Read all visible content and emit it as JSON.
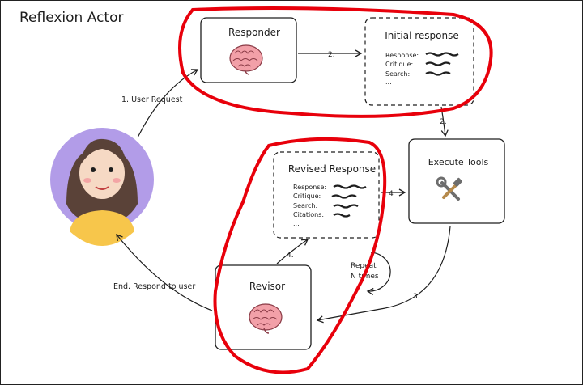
{
  "title": "Reflexion Actor",
  "responder": {
    "label": "Responder"
  },
  "initial_response": {
    "title": "Initial response",
    "fields": [
      "Response:",
      "Critique:",
      "Search:",
      "..."
    ]
  },
  "revised_response": {
    "title": "Revised Response",
    "fields": [
      "Response:",
      "Critique:",
      "Search:",
      "Citations:",
      "..."
    ]
  },
  "execute_tools": {
    "label": "Execute Tools",
    "icon": "tools-icon"
  },
  "revisor": {
    "label": "Revisor"
  },
  "repeat_loop": {
    "line1": "Repeat",
    "line2": "N times"
  },
  "arrows": {
    "user_request": "1. User Request",
    "responder_to_initial": "2.",
    "initial_to_tools": "2.",
    "tools_to_revisor": "3.",
    "revisor_to_revised": "4.",
    "revised_to_tools": "4",
    "end": "End. Respond to user"
  },
  "colors": {
    "ink": "#1e1e1e",
    "highlight": "#e8000b",
    "avatar_bg": "#b29ce8",
    "brain": "#f2a0a8"
  }
}
